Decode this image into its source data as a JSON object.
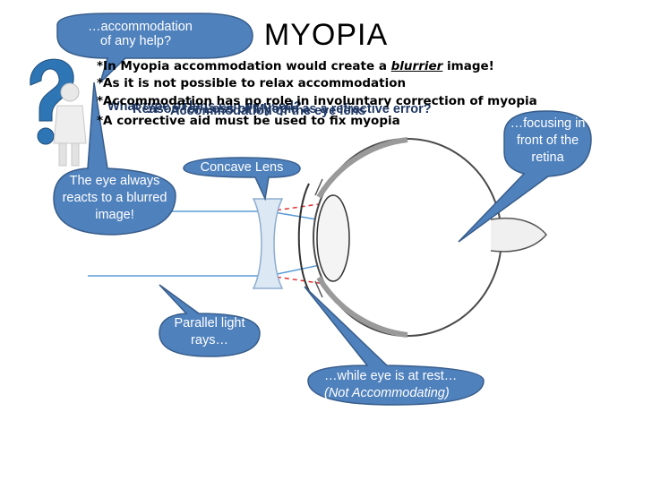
{
  "title": "MYOPIA",
  "bullets": [
    {
      "pre": "*In Myopia accommodation would create a ",
      "em": "blurrier",
      "post": " image!"
    },
    {
      "pre": "*As it is not possible to relax accommodation",
      "em": "",
      "post": ""
    },
    {
      "pre": "*Accommodation has no role in involuntary correction of myopia",
      "em": "",
      "post": ""
    },
    {
      "pre": "*A corrective aid must be used to fix myopia",
      "em": "",
      "post": ""
    }
  ],
  "overlap_texts": [
    "What type of lens can be used?",
    "Reason for Loss of Myopia as a refractive error?",
    "Accommodation of the eye lens"
  ],
  "callouts": {
    "accommodation": {
      "line1": "…accommodation",
      "line2": "of any help?"
    },
    "blurred": {
      "line1": "The eye always",
      "line2": "reacts to a blurred",
      "line3": "image!"
    },
    "concave": "Concave  Lens",
    "focusing": {
      "line1": "…focusing in",
      "line2": "front of the",
      "line3": "retina"
    },
    "parallel": {
      "line1": "Parallel light",
      "line2": "rays…"
    },
    "rest": {
      "line1": "…while eye is at rest…",
      "line2": "(Not Accommodating)"
    }
  },
  "colors": {
    "callout_fill": "#4f81bd",
    "callout_stroke": "#385d8a",
    "ray_blue": "#5b9bd5",
    "ray_red": "#e03030",
    "lens_fill": "#dce9f4"
  },
  "icons": [
    "question-person-icon",
    "eye-diagram-icon"
  ]
}
